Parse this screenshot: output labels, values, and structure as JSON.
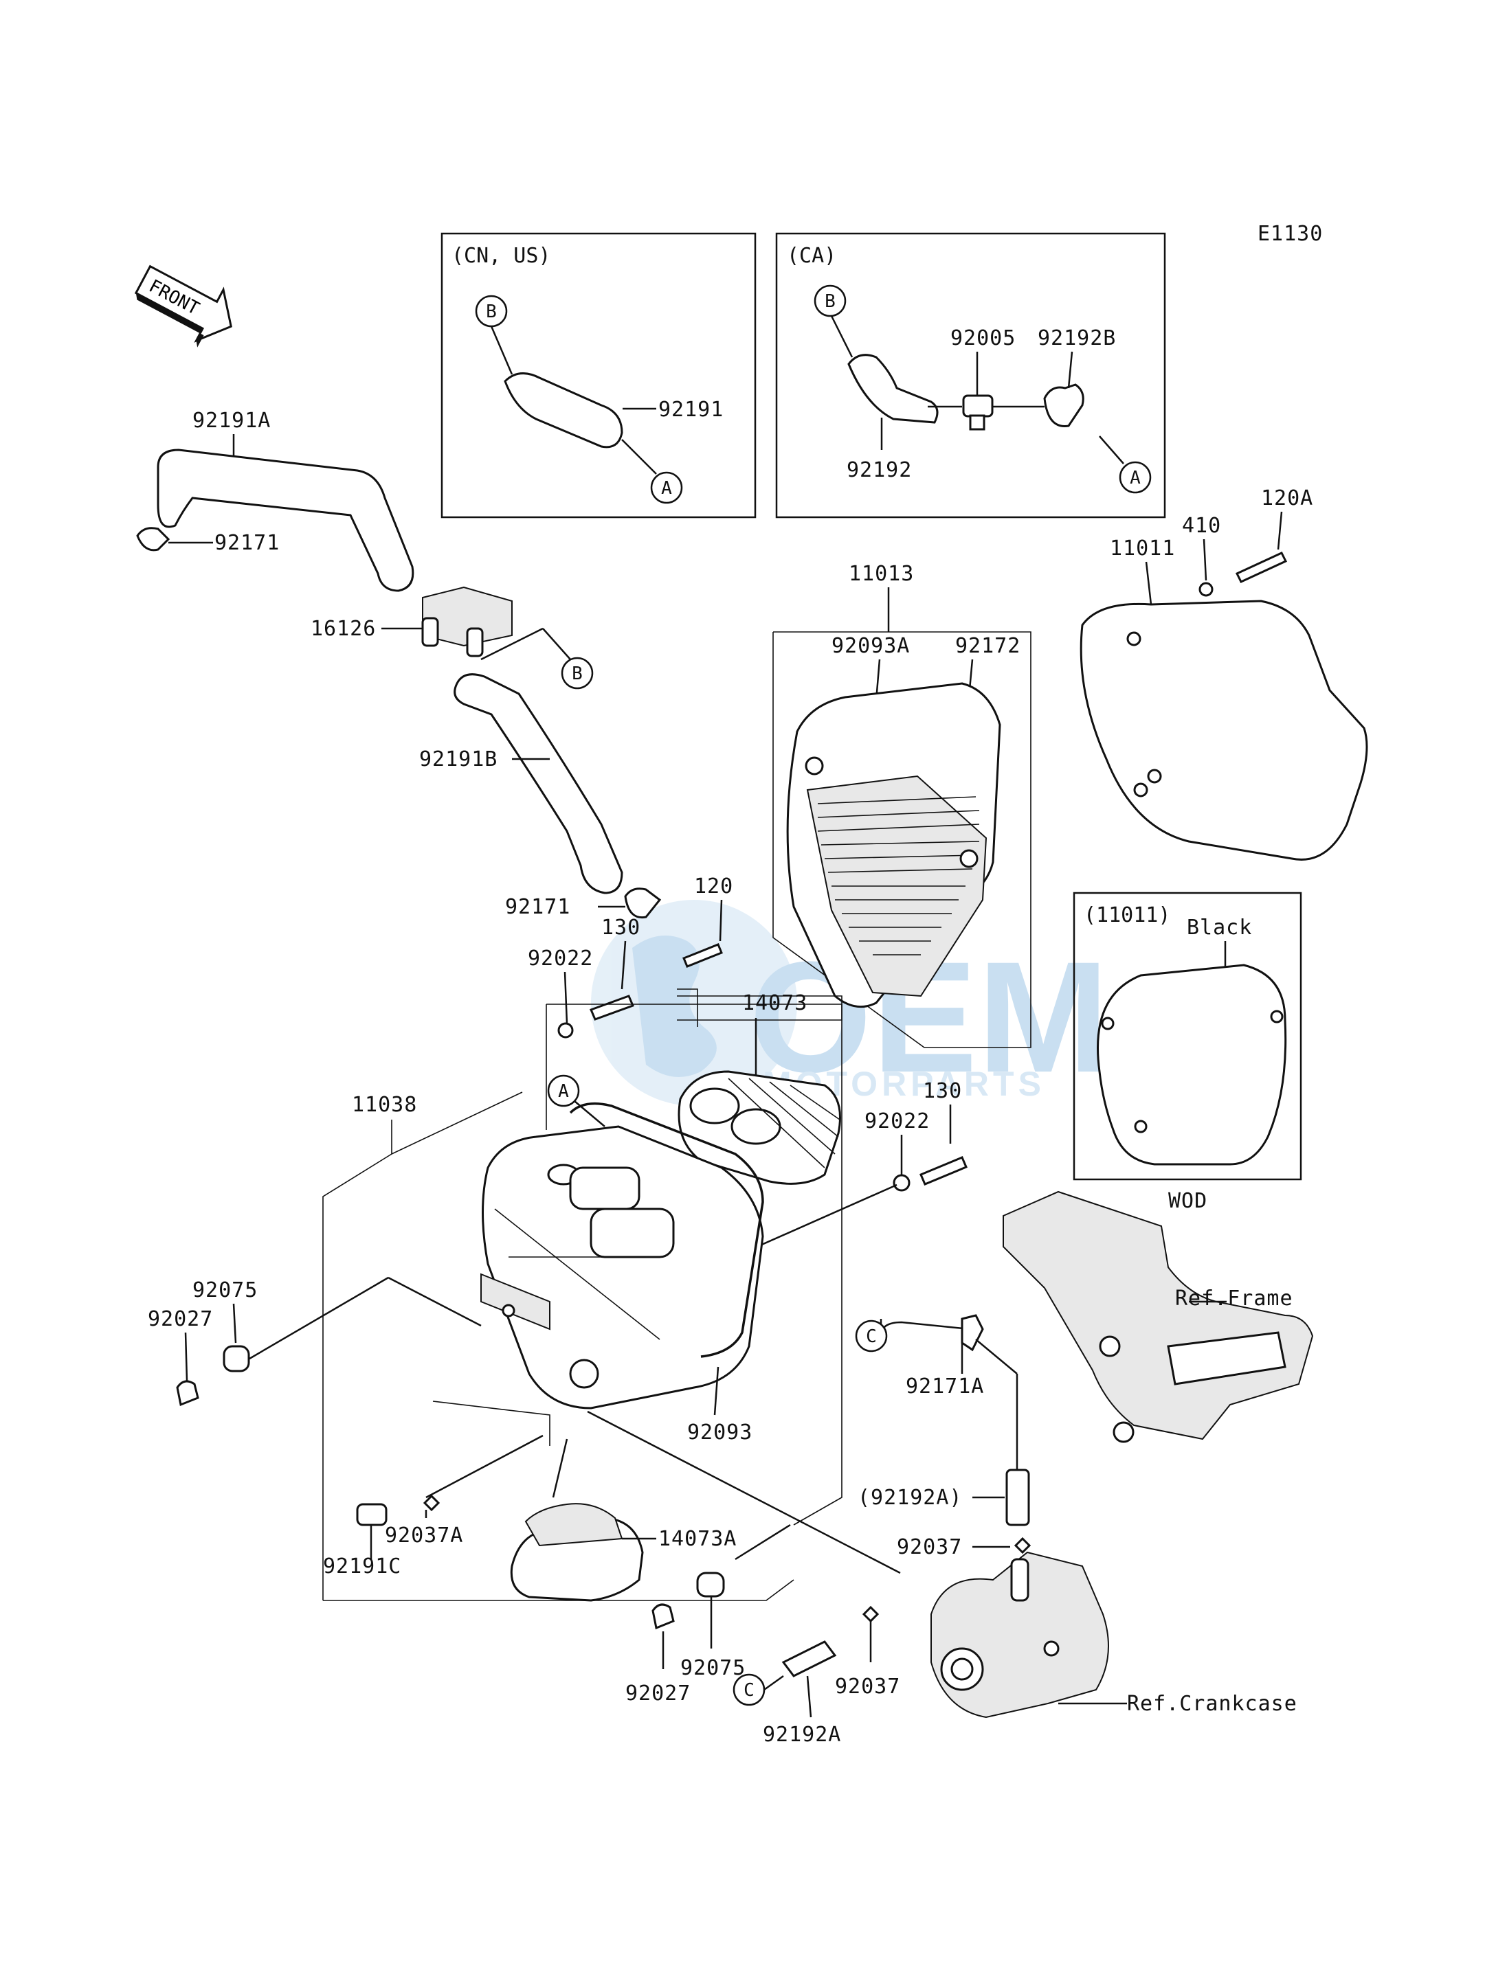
{
  "diagram_code": "E1130",
  "front_arrow_label": "FRONT",
  "watermark": {
    "logo": "OEM",
    "text": "MOTORPARTS",
    "color": "#9ec6e6"
  },
  "variant_boxes": {
    "cn_us": {
      "title": "(CN, US)",
      "callout_top": "B",
      "callout_bottom": "A",
      "part": "92191"
    },
    "ca": {
      "title": "(CA)",
      "callout_top": "B",
      "callout_bottom": "A",
      "parts": [
        "92005",
        "92192B",
        "92192"
      ]
    },
    "alt_cover": {
      "title": "(11011)",
      "color_label": "Black",
      "footer": "WOD"
    }
  },
  "callouts": [
    "A",
    "B",
    "C"
  ],
  "parts": [
    "92191A",
    "92171",
    "16126",
    "92191B",
    "92171",
    "11013",
    "92093A",
    "92172",
    "11011",
    "410",
    "120A",
    "120",
    "130",
    "92022",
    "14073",
    "11038",
    "92075",
    "92027",
    "92093",
    "92022",
    "130",
    "92171A",
    "(92192A)",
    "92037",
    "92037A",
    "14073A",
    "92191C",
    "92075",
    "92027",
    "92192A",
    "92037"
  ],
  "references": {
    "frame": "Ref.Frame",
    "crankcase": "Ref.Crankcase"
  }
}
